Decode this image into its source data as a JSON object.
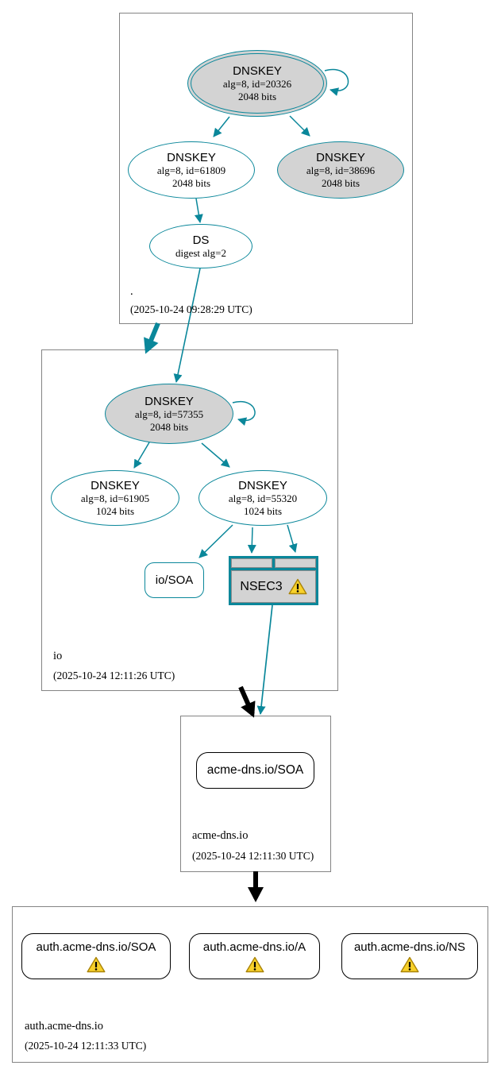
{
  "colors": {
    "secure_teal": "#0a879a",
    "node_gray_fill": "#d3d3d3",
    "zone_border_gray": "#848484",
    "node_black_border": "#000000",
    "warning_yellow": "#f8d12a",
    "delegation_black": "#000000"
  },
  "zones": [
    {
      "label": ".",
      "timestamp": "(2025-10-24 09:28:29 UTC)",
      "ksk": {
        "title": "DNSKEY",
        "detail1": "alg=8, id=20326",
        "detail2": "2048 bits"
      },
      "zsk": {
        "title": "DNSKEY",
        "detail1": "alg=8, id=61809",
        "detail2": "2048 bits"
      },
      "key3": {
        "title": "DNSKEY",
        "detail1": "alg=8, id=38696",
        "detail2": "2048 bits"
      },
      "ds": {
        "title": "DS",
        "detail1": "digest alg=2"
      }
    },
    {
      "label": "io",
      "timestamp": "(2025-10-24 12:11:26 UTC)",
      "ksk": {
        "title": "DNSKEY",
        "detail1": "alg=8, id=57355",
        "detail2": "2048 bits"
      },
      "zsk1": {
        "title": "DNSKEY",
        "detail1": "alg=8, id=61905",
        "detail2": "1024 bits"
      },
      "zsk2": {
        "title": "DNSKEY",
        "detail1": "alg=8, id=55320",
        "detail2": "1024 bits"
      },
      "soa": {
        "label": "io/SOA"
      },
      "nsec3": {
        "label": "NSEC3"
      }
    },
    {
      "label": "acme-dns.io",
      "timestamp": "(2025-10-24 12:11:30 UTC)",
      "soa": {
        "label": "acme-dns.io/SOA"
      }
    },
    {
      "label": "auth.acme-dns.io",
      "timestamp": "(2025-10-24 12:11:33 UTC)",
      "rrsets": [
        {
          "label": "auth.acme-dns.io/SOA"
        },
        {
          "label": "auth.acme-dns.io/A"
        },
        {
          "label": "auth.acme-dns.io/NS"
        }
      ]
    }
  ]
}
